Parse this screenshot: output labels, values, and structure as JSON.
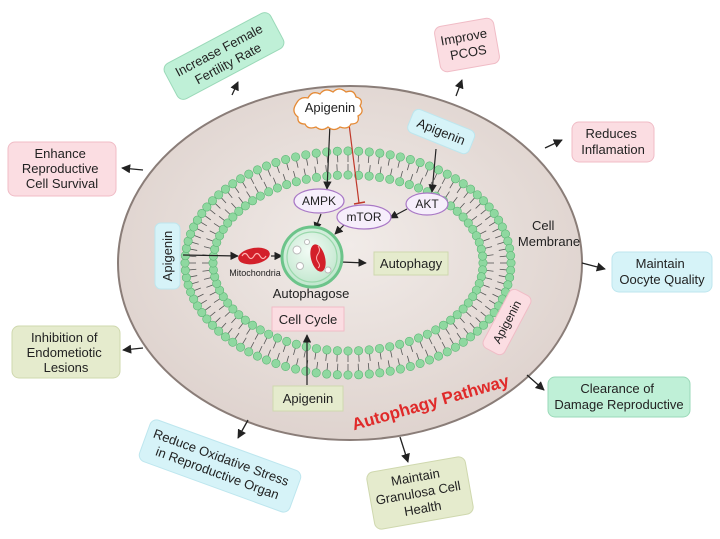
{
  "center": {
    "apigenin_top": "Apigenin",
    "apigenin_right": "Apigenin",
    "apigenin_left": "Apigenin",
    "apigenin_lower_right": "Apigenin",
    "apigenin_bottom": "Apigenin",
    "ampk": "AMPK",
    "mtor": "mTOR",
    "akt": "AKT",
    "mitochondria": "Mitochondria",
    "autophagose": "Autophagose",
    "autophagy": "Autophagy",
    "cell_cycle": "Cell Cycle",
    "cell_membrane": [
      "Cell",
      "Membrane"
    ],
    "pathway_title": "Autophagy Pathway"
  },
  "outcomes": {
    "increase_fertility": [
      "Increase Female",
      "Fertility Rate"
    ],
    "improve_pcos": [
      "Improve",
      "PCOS"
    ],
    "reduces_inflammation": [
      "Reduces",
      "Inflamation"
    ],
    "enhance_survival": [
      "Enhance",
      "Reproductive",
      "Cell Survival"
    ],
    "maintain_oocyte": [
      "Maintain",
      "Oocyte Quality"
    ],
    "inhibition_lesions": [
      "Inhibition of",
      "Endometiotic",
      "Lesions"
    ],
    "clearance_damage": [
      "Clearance of",
      "Damage Reproductive"
    ],
    "reduce_stress": [
      "Reduce Oxidative Stress",
      "in Reproductive Organ"
    ],
    "maintain_granulosa": [
      "Maintain",
      "Granulosa Cell",
      "Health"
    ]
  },
  "colors": {
    "pink_box": "#fbdde2",
    "green_box": "#bff0d7",
    "cyan_box": "#d6f3f8",
    "olive_box": "#e5ebcd",
    "cell_fill": "#e6ddd9",
    "membrane_green": "#8fd8a0",
    "title_red": "#e02a2a"
  }
}
